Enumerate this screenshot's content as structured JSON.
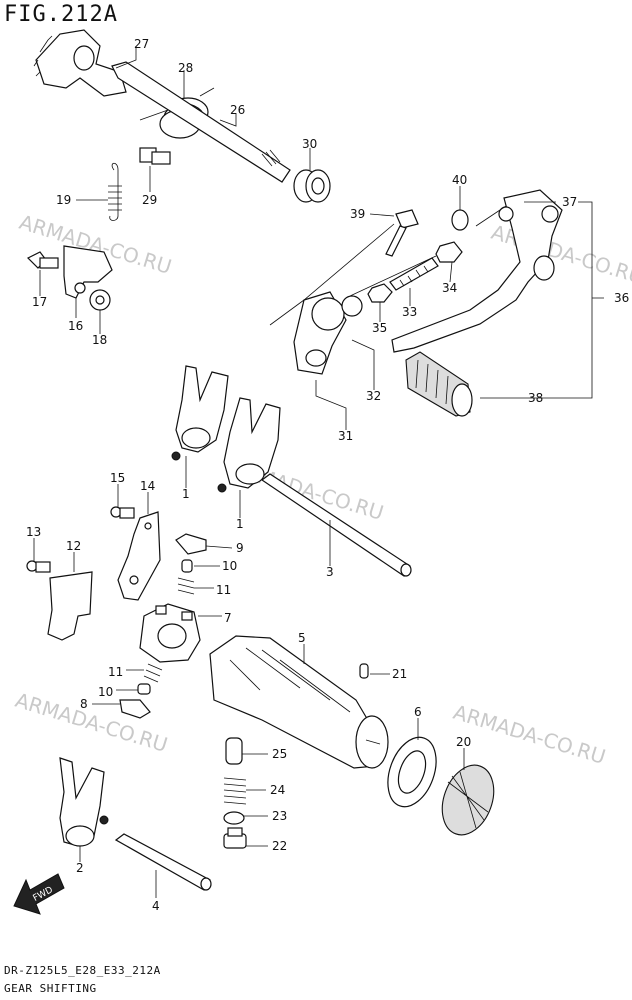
{
  "figure_label": "FIG.212A",
  "model_code": "DR-Z125L5_E28_E33_212A",
  "section_name": "GEAR SHIFTING",
  "watermark_text": "ARMADA-CO.RU",
  "fwd_label": "FWD",
  "callouts": {
    "c1a": "1",
    "c1b": "1",
    "c2": "2",
    "c3": "3",
    "c4": "4",
    "c5": "5",
    "c6": "6",
    "c7": "7",
    "c8": "8",
    "c9": "9",
    "c10a": "10",
    "c10b": "10",
    "c11a": "11",
    "c11b": "11",
    "c12": "12",
    "c13": "13",
    "c14": "14",
    "c15": "15",
    "c16": "16",
    "c17": "17",
    "c18": "18",
    "c19": "19",
    "c20": "20",
    "c21": "21",
    "c22": "22",
    "c23": "23",
    "c24": "24",
    "c25": "25",
    "c26": "26",
    "c27": "27",
    "c28": "28",
    "c29": "29",
    "c30": "30",
    "c31": "31",
    "c32": "32",
    "c33": "33",
    "c34": "34",
    "c35": "35",
    "c36": "36",
    "c37": "37",
    "c38": "38",
    "c39": "39",
    "c40": "40"
  }
}
